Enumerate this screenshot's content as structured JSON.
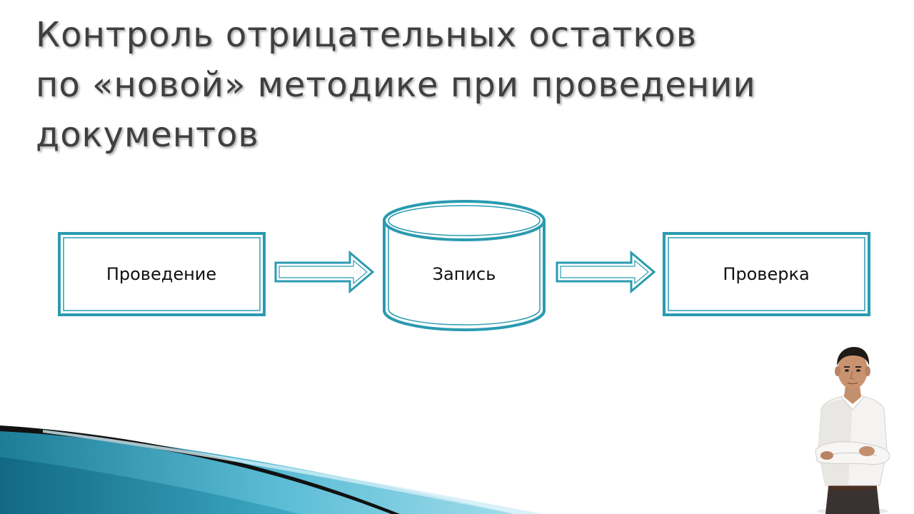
{
  "title": {
    "lines": [
      "Контроль отрицательных остатков",
      "по «новой» методике при проведении",
      "документов"
    ]
  },
  "diagram": {
    "nodes": [
      {
        "id": "posting",
        "label": "Проведение",
        "shape": "rectangle"
      },
      {
        "id": "record",
        "label": "Запись",
        "shape": "cylinder"
      },
      {
        "id": "check",
        "label": "Проверка",
        "shape": "rectangle"
      }
    ],
    "edges": [
      {
        "from": "posting",
        "to": "record"
      },
      {
        "from": "record",
        "to": "check"
      }
    ]
  },
  "colors": {
    "accent": "#2a9bb0",
    "title_text": "#3f3f3f",
    "wave_dark": "#1d7d98",
    "wave_light": "#6ec6dc"
  }
}
